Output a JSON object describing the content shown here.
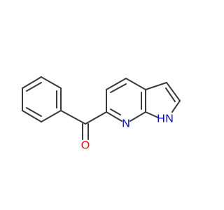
{
  "molecule": {
    "atoms": [
      {
        "id": "oxygen",
        "symbol": "O",
        "color": "#ff0000"
      },
      {
        "id": "pyridine-n",
        "symbol": "N",
        "color": "#0000ff"
      },
      {
        "id": "pyrrole-nh",
        "symbol": "H\nN",
        "label_lines": [
          "N",
          "H"
        ],
        "color": "#0000ff"
      }
    ],
    "labels": {
      "oxygen": "O",
      "pyridine_n": "N",
      "pyrrole_n": "N",
      "pyrrole_h": "H"
    },
    "colors": {
      "bond": "#3a3a3a",
      "oxygen": "#ff0000",
      "nitrogen": "#0000ff"
    }
  }
}
